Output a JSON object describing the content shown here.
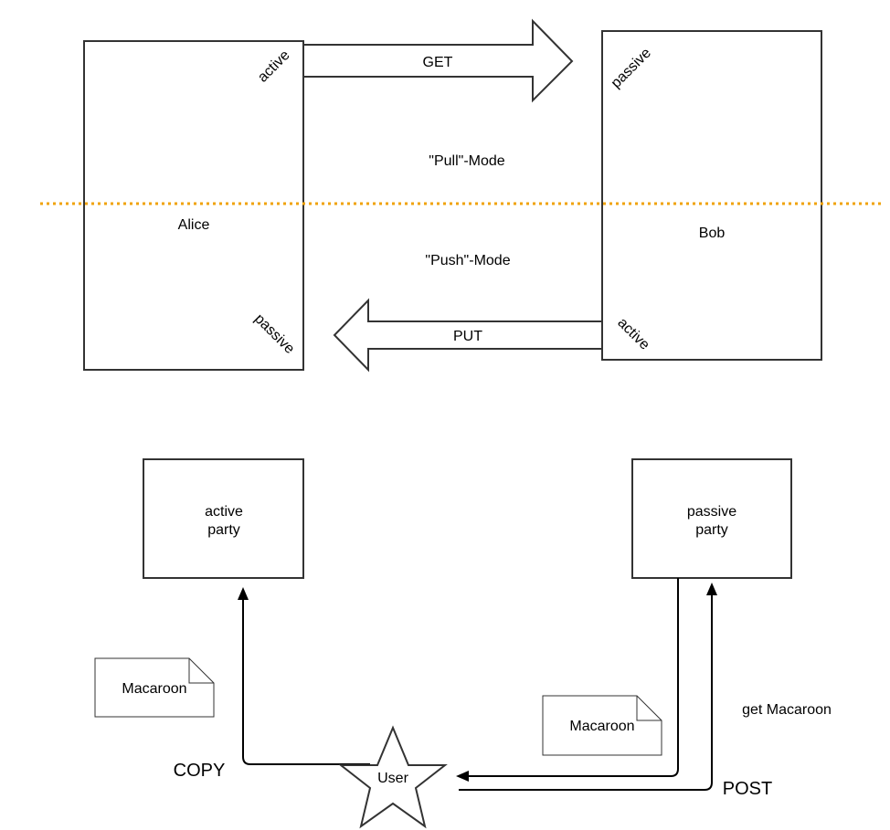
{
  "top": {
    "alice": {
      "name": "Alice",
      "top_label": "active",
      "bottom_label": "passive"
    },
    "bob": {
      "name": "Bob",
      "top_label": "passive",
      "bottom_label": "active"
    },
    "get_label": "GET",
    "put_label": "PUT",
    "pull_mode": "\"Pull\"-Mode",
    "push_mode": "\"Push\"-Mode",
    "divider_color": "#f0a30a"
  },
  "bottom": {
    "active_party": {
      "line1": "active",
      "line2": "party"
    },
    "passive_party": {
      "line1": "passive",
      "line2": "party"
    },
    "left_note": "Macaroon",
    "right_note": "Macaroon",
    "get_macaroon": "get Macaroon",
    "copy_label": "COPY",
    "post_label": "POST",
    "user_label": "User"
  }
}
